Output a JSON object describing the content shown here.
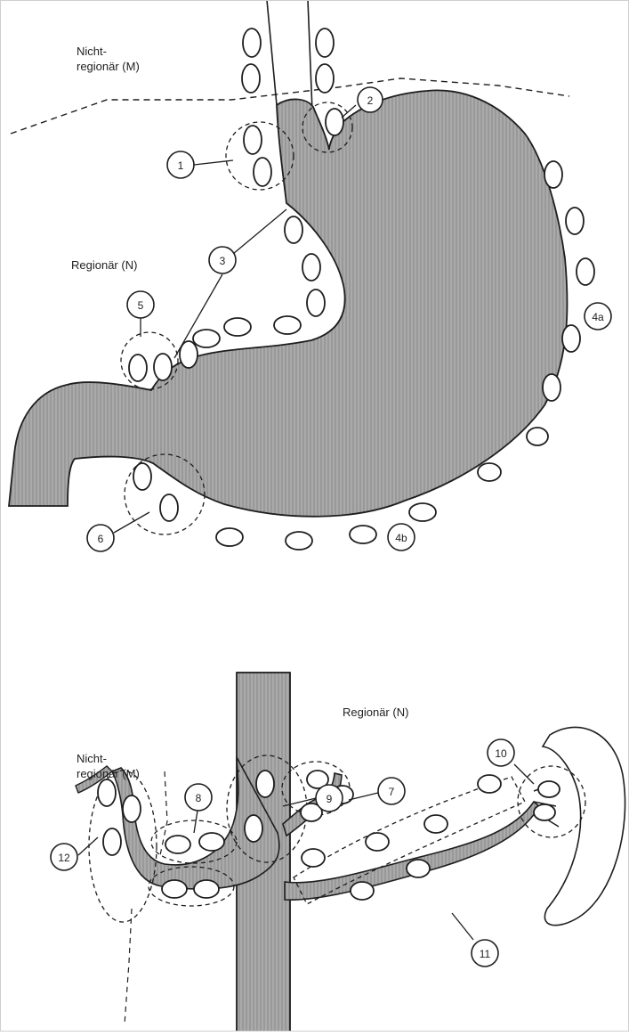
{
  "top_diagram": {
    "region_nonregional": [
      "Nicht-",
      "regionär (M)"
    ],
    "region_regional": "Regionär (N)",
    "labels": [
      "1",
      "2",
      "3",
      "4a",
      "4b",
      "5",
      "6"
    ]
  },
  "bottom_diagram": {
    "region_regional": "Regionär (N)",
    "region_nonregional": [
      "Nicht-",
      "regionär (M)"
    ],
    "labels": [
      "7",
      "8",
      "9",
      "10",
      "11",
      "12"
    ]
  },
  "colors": {
    "organ_fill": "#a7a7a7",
    "organ_hatch": "#8c8c8c",
    "stroke": "#1e1e1e"
  }
}
